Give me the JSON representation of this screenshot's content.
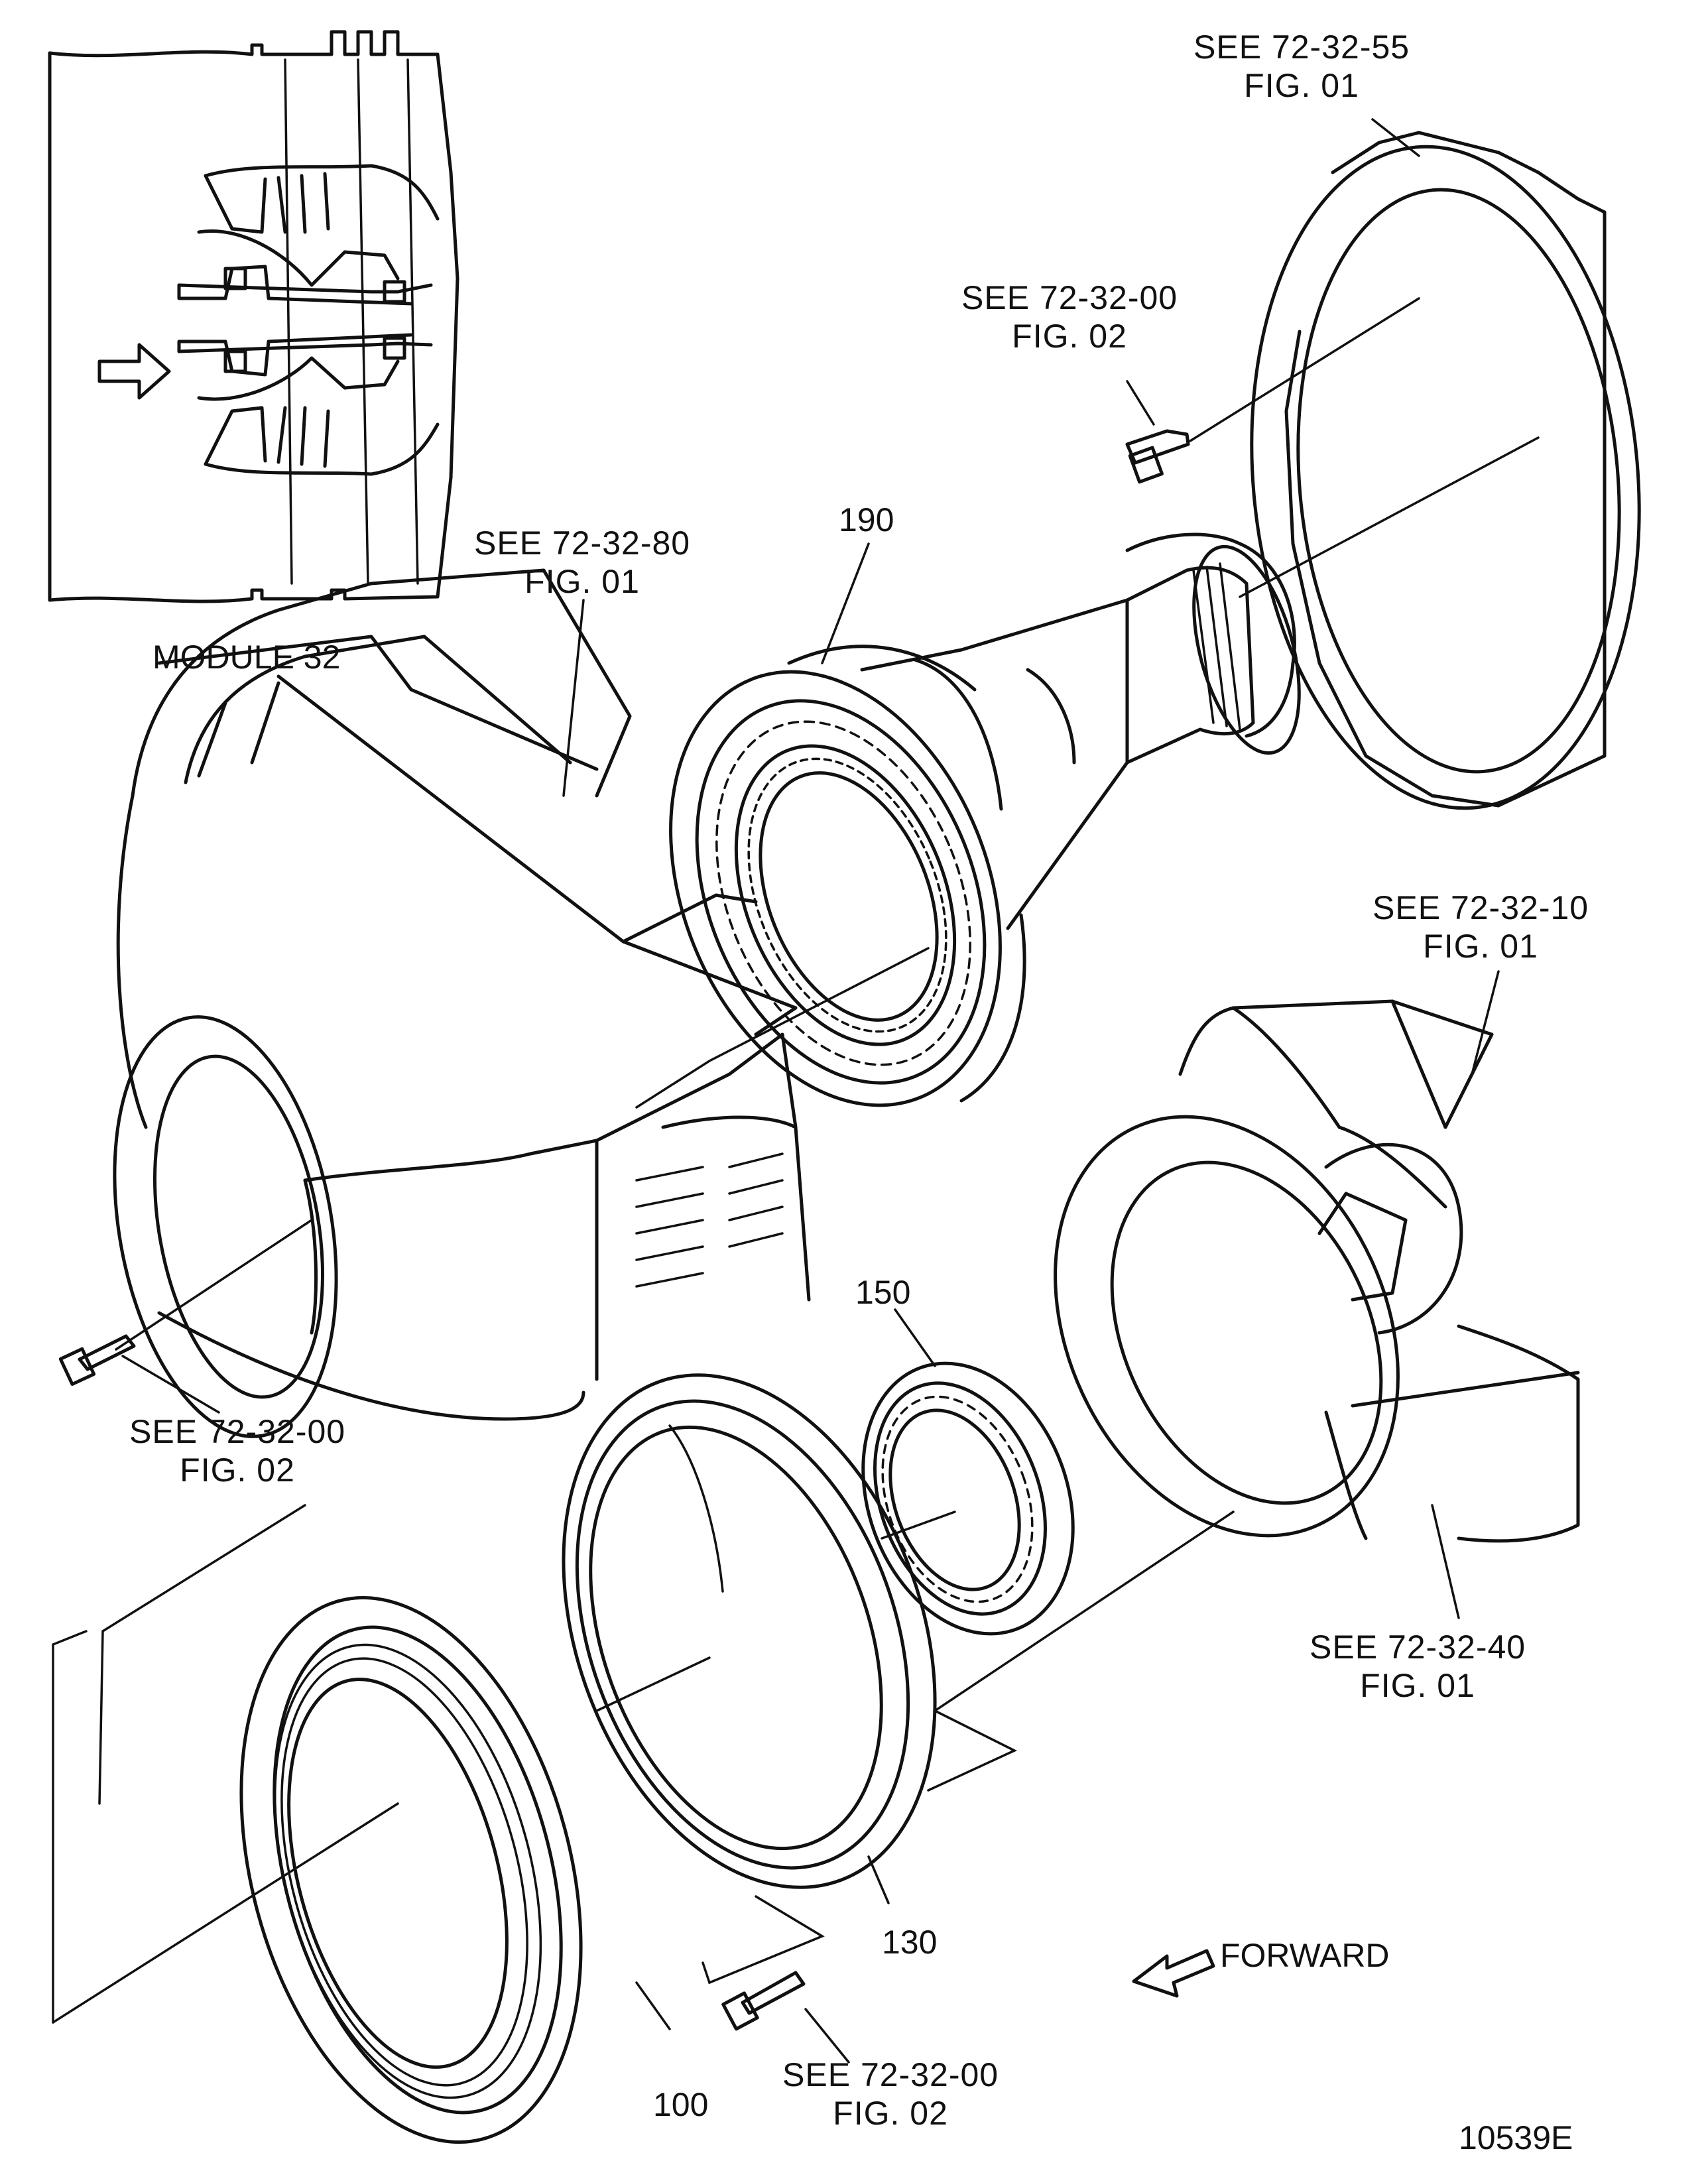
{
  "references": {
    "r_72_32_55": {
      "line1": "SEE  72-32-55",
      "line2": "FIG. 01"
    },
    "r_72_32_00_top": {
      "line1": "SEE  72-32-00",
      "line2": "FIG. 02"
    },
    "r_72_32_80": {
      "line1": "SEE  72-32-80",
      "line2": "FIG. 01"
    },
    "r_72_32_10": {
      "line1": "SEE  72-32-10",
      "line2": "FIG. 01"
    },
    "r_72_32_00_left": {
      "line1": "SEE  72-32-00",
      "line2": "FIG. 02"
    },
    "r_72_32_40": {
      "line1": "SEE  72-32-40",
      "line2": "FIG. 01"
    },
    "r_72_32_00_bottom": {
      "line1": "SEE  72-32-00",
      "line2": "FIG. 02"
    }
  },
  "items": {
    "item_190": "190",
    "item_150": "150",
    "item_130": "130",
    "item_100": "100"
  },
  "inset": {
    "caption": "MODULE 32"
  },
  "forward": {
    "label": "FORWARD"
  },
  "figure_id": "10539E"
}
